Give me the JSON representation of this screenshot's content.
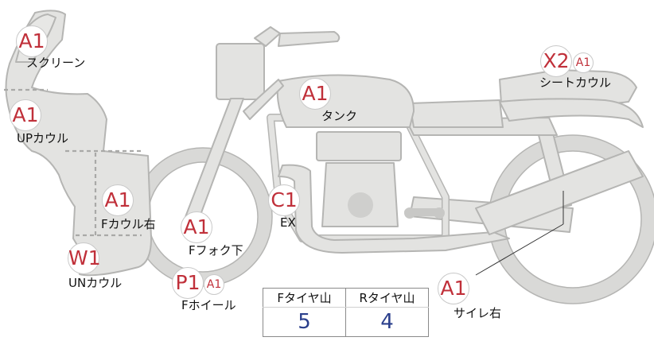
{
  "parts": [
    {
      "id": "screen",
      "label": "スクリーン",
      "badge": "A1",
      "sub_badge": null
    },
    {
      "id": "up-cowl",
      "label": "UPカウル",
      "badge": "A1",
      "sub_badge": null
    },
    {
      "id": "f-cowl-r",
      "label": "Fカウル右",
      "badge": "A1",
      "sub_badge": null
    },
    {
      "id": "un-cowl",
      "label": "UNカウル",
      "badge": "W1",
      "sub_badge": null
    },
    {
      "id": "f-fork",
      "label": "Fフォク下",
      "badge": "A1",
      "sub_badge": null
    },
    {
      "id": "f-wheel",
      "label": "Fホイール",
      "badge": "P1",
      "sub_badge": "A1"
    },
    {
      "id": "exhaust",
      "label": "EX",
      "badge": "C1",
      "sub_badge": null
    },
    {
      "id": "tank",
      "label": "タンク",
      "badge": "A1",
      "sub_badge": null
    },
    {
      "id": "seat-cowl",
      "label": "シートカウル",
      "badge": "X2",
      "sub_badge": "A1"
    },
    {
      "id": "silencer-r",
      "label": "サイレ右",
      "badge": "A1",
      "sub_badge": null
    }
  ],
  "tread_table": {
    "headers": [
      "Fタイヤ山",
      "Rタイヤ山"
    ],
    "values": [
      "5",
      "4"
    ]
  },
  "colors": {
    "bike_fill": "#e3e3e1",
    "bike_stroke": "#b5b5b3",
    "badge_text": "#c0303a",
    "value_text": "#2b3f8c"
  }
}
